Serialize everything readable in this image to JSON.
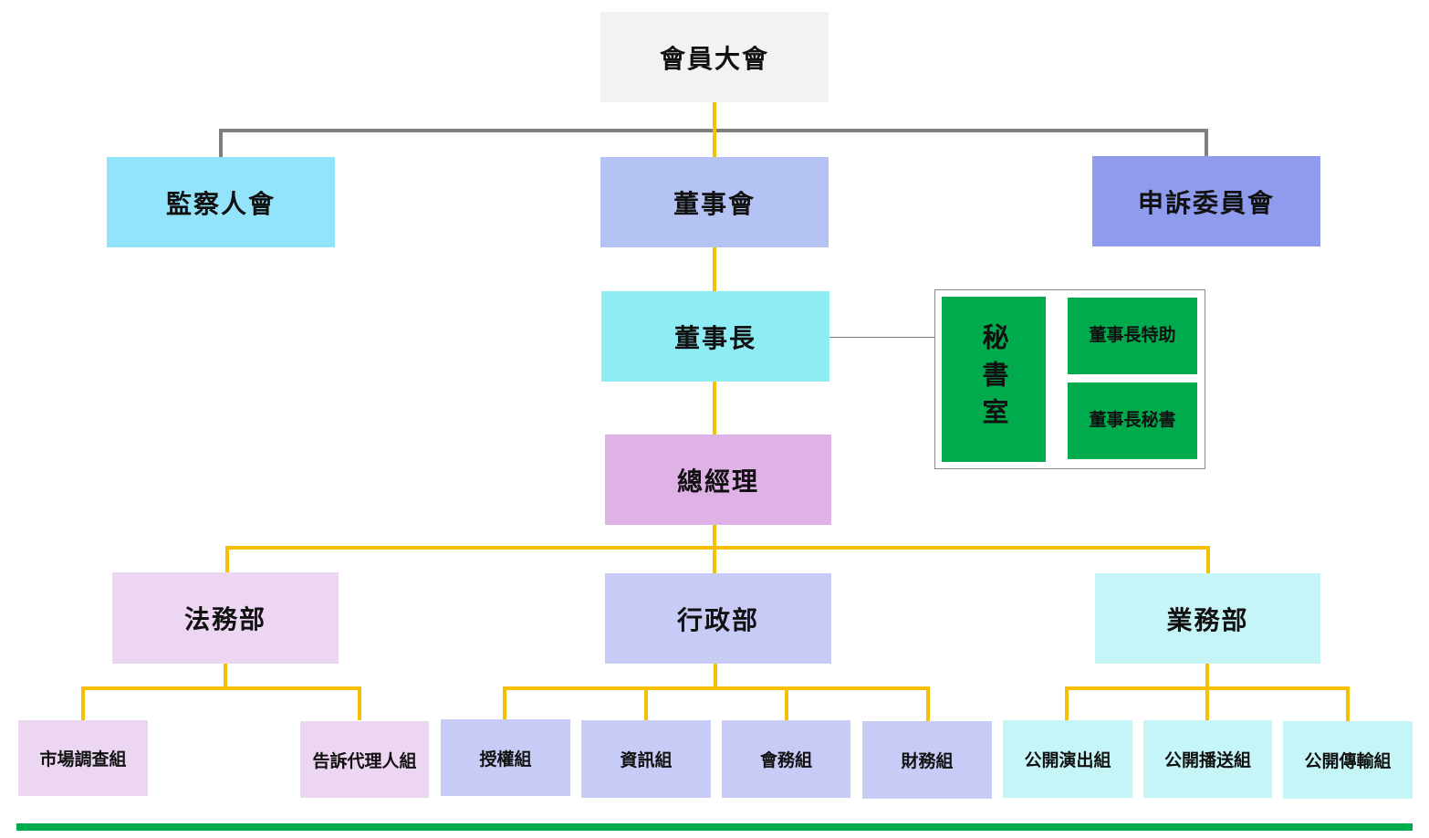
{
  "general_assembly": "會員大會",
  "supervisors": "監察人會",
  "board": "董事會",
  "appeals_committee": "申訴委員會",
  "chairman": "董事長",
  "secretariat": {
    "title": "秘書室",
    "special_assistant": "董事長特助",
    "chairman_secretary": "董事長秘書"
  },
  "general_manager": "總經理",
  "departments": {
    "legal": {
      "name": "法務部",
      "groups": [
        "市場調查組",
        "告訴代理人組"
      ]
    },
    "admin": {
      "name": "行政部",
      "groups": [
        "授權組",
        "資訊組",
        "會務組",
        "財務組"
      ]
    },
    "business": {
      "name": "業務部",
      "groups": [
        "公開演出組",
        "公開播送組",
        "公開傳輸組"
      ]
    }
  },
  "colors": {
    "connector": "#f5c000",
    "gray_connector": "#7f7f7f",
    "general_assembly": "#f2f2f2",
    "supervisors": "#93e3fb",
    "board": "#b4c3f3",
    "appeals_committee": "#8f9cee",
    "chairman": "#8eecf4",
    "secretariat": "#00ab4e",
    "general_manager": "#dfb2e5",
    "legal": "#ecd6f1",
    "admin": "#c7cbf5",
    "business": "#c6f5f7",
    "accent_bar": "#00ab4e"
  }
}
